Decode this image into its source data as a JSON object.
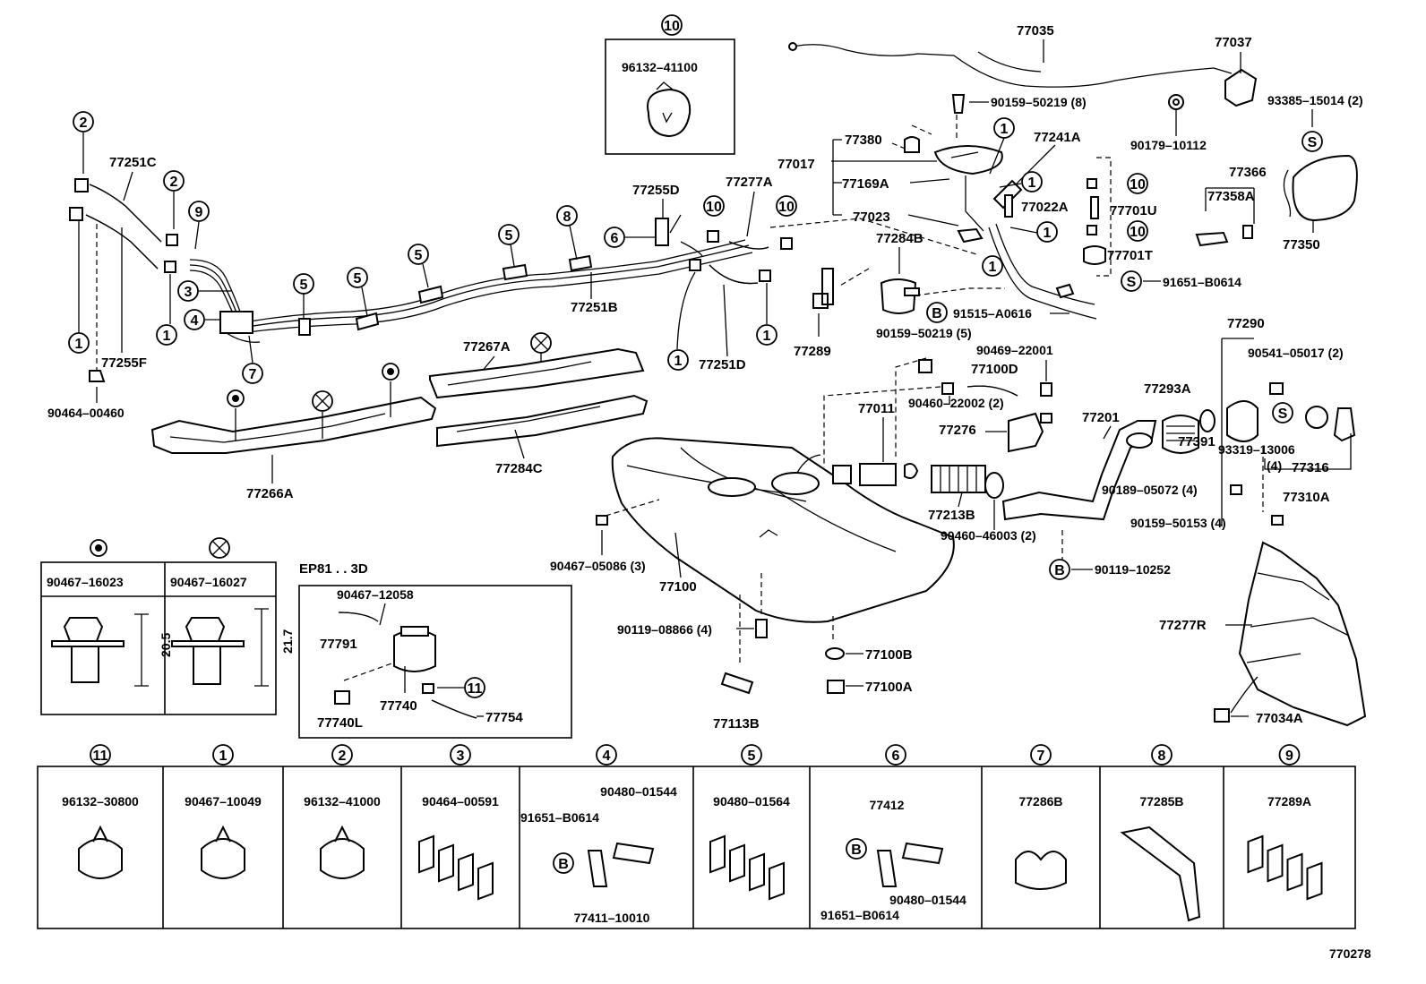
{
  "diagram_number": "770278",
  "labels": {
    "p77035": "77035",
    "p77037": "77037",
    "p90159_50219_8": "90159–50219 (8)",
    "p90179_10112": "90179–10112",
    "p93385_15014": "93385–15014 (2)",
    "p77380": "77380",
    "p77017": "77017",
    "p77169a": "77169A",
    "p77023": "77023",
    "p77241a": "77241A",
    "p77022a": "77022A",
    "p77701u": "77701U",
    "p77701t": "77701T",
    "p77366": "77366",
    "p77358a": "77358A",
    "p77350": "77350",
    "p91651_b0614": "91651–B0614",
    "p91515_a0616": "91515–A0616",
    "p77284b": "77284B",
    "p77289": "77289",
    "p90159_50219_5": "90159–50219 (5)",
    "p90469_22001": "90469–22001",
    "p77100d": "77100D",
    "p90460_22002": "90460–22002 (2)",
    "p77011": "77011",
    "p77276": "77276",
    "p77201": "77201",
    "p77213b": "77213B",
    "p90460_46003": "90460–46003 (2)",
    "p90119_10252": "90119–10252",
    "p77290": "77290",
    "p90541_05017": "90541–05017 (2)",
    "p77293a": "77293A",
    "p77391": "77391",
    "p93319_13006": "93319–13006",
    "p77316_qty": "(4)",
    "p77316": "77316",
    "p77310a": "77310A",
    "p90189_05072": "90189–05072 (4)",
    "p90159_50153": "90159–50153 (4)",
    "p77277r": "77277R",
    "p77034a": "77034A",
    "p77100": "77100",
    "p90467_05086": "90467–05086 (3)",
    "p90119_08866": "90119–08866 (4)",
    "p77100b": "77100B",
    "p77100a": "77100A",
    "p77113b": "77113B",
    "p77251c": "77251C",
    "p77255f": "77255F",
    "p90464_00460": "90464–00460",
    "p77255d": "77255D",
    "p77277a": "77277A",
    "p77251b": "77251B",
    "p77251d": "77251D",
    "p77267a": "77267A",
    "p77284c": "77284C",
    "p77266a": "77266A",
    "p96132_41100": "96132–41100"
  },
  "fastener_table": {
    "col1_part": "90467–16023",
    "col2_part": "90467–16027",
    "col1_dim": "20.5",
    "col2_dim": "21.7"
  },
  "ep_box": {
    "title": "EP81 . . 3D",
    "p90467_12058": "90467–12058",
    "p77791": "77791",
    "p77740l": "77740L",
    "p77740": "77740",
    "p77754": "77754"
  },
  "bottom_strip": [
    {
      "num": "11",
      "parts": [
        "96132–30800"
      ]
    },
    {
      "num": "1",
      "parts": [
        "90467–10049"
      ]
    },
    {
      "num": "2",
      "parts": [
        "96132–41000"
      ]
    },
    {
      "num": "3",
      "parts": [
        "90464–00591"
      ]
    },
    {
      "num": "4",
      "parts": [
        "90480–01544",
        "91651–B0614",
        "77411–10010"
      ]
    },
    {
      "num": "5",
      "parts": [
        "90480–01564"
      ]
    },
    {
      "num": "6",
      "parts": [
        "77412",
        "90480–01544",
        "91651–B0614"
      ]
    },
    {
      "num": "7",
      "parts": [
        "77286B"
      ]
    },
    {
      "num": "8",
      "parts": [
        "77285B"
      ]
    },
    {
      "num": "9",
      "parts": [
        "77289A"
      ]
    }
  ],
  "callout_glyphs": {
    "s": "S",
    "b": "B"
  }
}
